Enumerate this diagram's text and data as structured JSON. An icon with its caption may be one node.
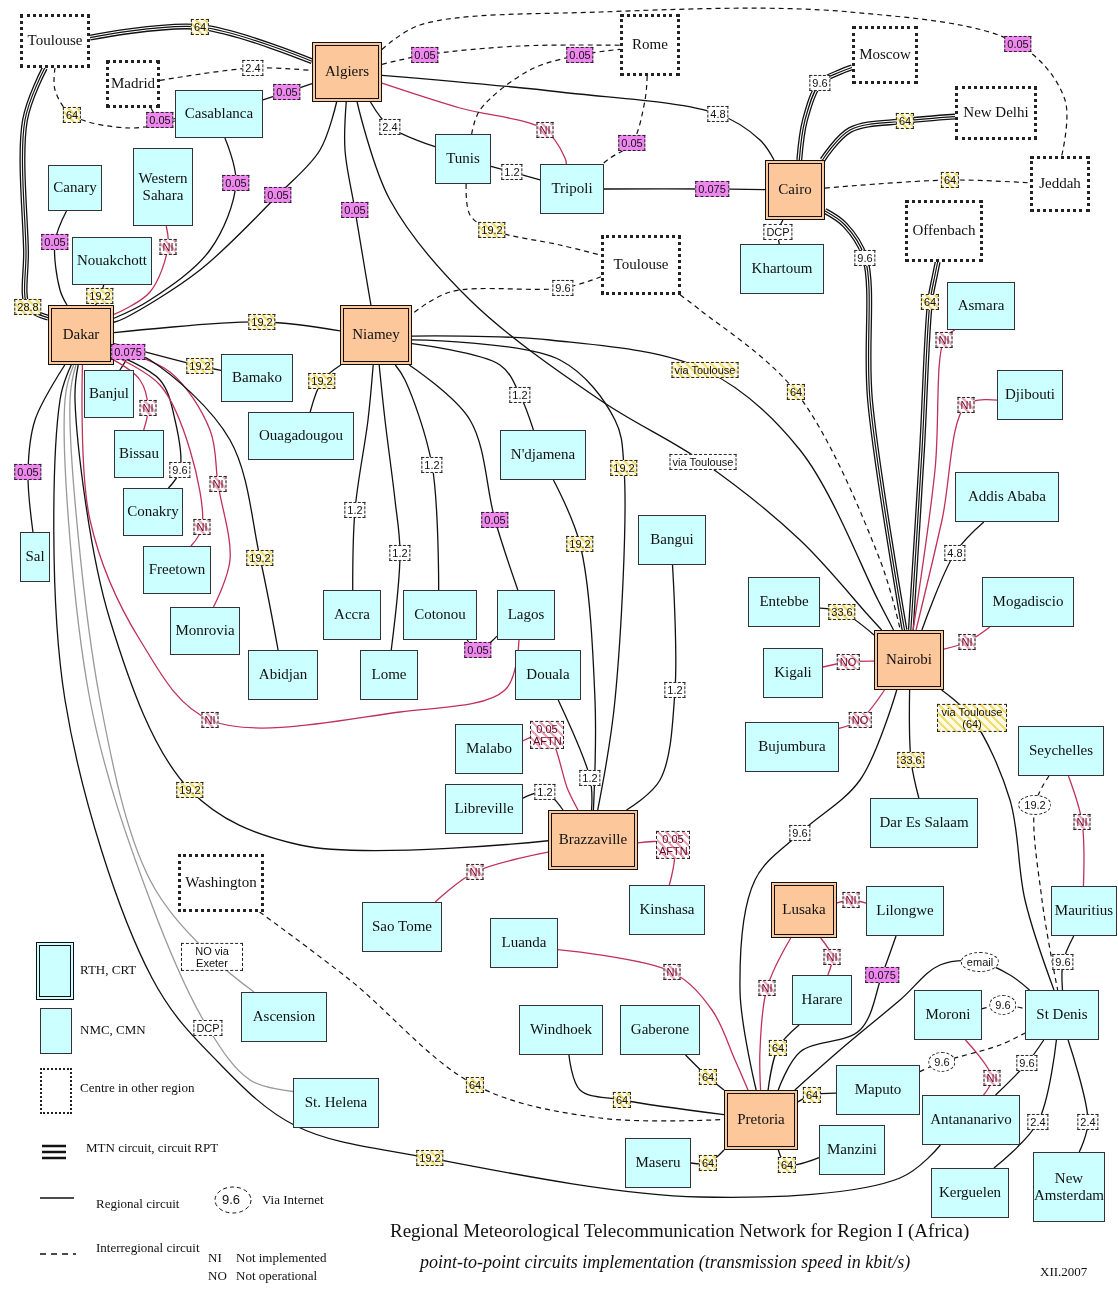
{
  "diagram": {
    "title": "Regional Meteorological Telecommunication Network for Region I (Africa)",
    "caption": "point-to-point circuits implementation (transmission speed in kbit/s)",
    "nodes": [
      {
        "text": [
          "Toulouse"
        ]
      },
      {
        "text": [
          "Madrid"
        ]
      },
      {
        "text": [
          "Algiers"
        ]
      },
      {
        "text": [
          "Casablanca"
        ]
      },
      {
        "text": [
          "Rome"
        ]
      },
      {
        "text": [
          "Moscow"
        ]
      },
      {
        "text": [
          "New Delhi"
        ]
      },
      {
        "text": [
          "Jeddah"
        ]
      },
      {
        "text": [
          "Canary"
        ]
      },
      {
        "text": [
          "Western Sahara"
        ]
      },
      {
        "text": [
          "Nouakchott"
        ]
      },
      {
        "text": [
          "Tunis"
        ]
      },
      {
        "text": [
          "Tripoli"
        ]
      },
      {
        "text": [
          "Cairo"
        ]
      },
      {
        "text": [
          "Khartoum"
        ]
      },
      {
        "text": [
          "Offenbach"
        ]
      },
      {
        "text": [
          "Toulouse"
        ]
      },
      {
        "text": [
          "Dakar"
        ]
      },
      {
        "text": [
          "Niamey"
        ]
      },
      {
        "text": [
          "Asmara"
        ]
      },
      {
        "text": [
          "Banjul"
        ]
      },
      {
        "text": [
          "Bamako"
        ]
      },
      {
        "text": [
          "Ouagadougou"
        ]
      },
      {
        "text": [
          "Bissau"
        ]
      },
      {
        "text": [
          "Djibouti"
        ]
      },
      {
        "text": [
          "N'djamena"
        ]
      },
      {
        "text": [
          "Conakry"
        ]
      },
      {
        "text": [
          "Addis Ababa"
        ]
      },
      {
        "text": [
          "Sal"
        ]
      },
      {
        "text": [
          "Freetown"
        ]
      },
      {
        "text": [
          "Bangui"
        ]
      },
      {
        "text": [
          "Monrovia"
        ]
      },
      {
        "text": [
          "Accra"
        ]
      },
      {
        "text": [
          "Cotonou"
        ]
      },
      {
        "text": [
          "Lagos"
        ]
      },
      {
        "text": [
          "Entebbe"
        ]
      },
      {
        "text": [
          "Mogadiscio"
        ]
      },
      {
        "text": [
          "Abidjan"
        ]
      },
      {
        "text": [
          "Lome"
        ]
      },
      {
        "text": [
          "Douala"
        ]
      },
      {
        "text": [
          "Kigali"
        ]
      },
      {
        "text": [
          "Nairobi"
        ]
      },
      {
        "text": [
          "Malabo"
        ]
      },
      {
        "text": [
          "Bujumbura"
        ]
      },
      {
        "text": [
          "Seychelles"
        ]
      },
      {
        "text": [
          "Libreville"
        ]
      },
      {
        "text": [
          "Brazzaville"
        ]
      },
      {
        "text": [
          "Dar Es Salaam"
        ]
      },
      {
        "text": [
          "Washington"
        ]
      },
      {
        "text": [
          "Sao Tome"
        ]
      },
      {
        "text": [
          "Kinshasa"
        ]
      },
      {
        "text": [
          "Lusaka"
        ]
      },
      {
        "text": [
          "Lilongwe"
        ]
      },
      {
        "text": [
          "Mauritius"
        ]
      },
      {
        "text": [
          "Luanda"
        ]
      },
      {
        "text": [
          "Ascension"
        ]
      },
      {
        "text": [
          "Harare"
        ]
      },
      {
        "text": [
          "Windhoek"
        ]
      },
      {
        "text": [
          "Gaberone"
        ]
      },
      {
        "text": [
          "Moroni"
        ]
      },
      {
        "text": [
          "St Denis"
        ]
      },
      {
        "text": [
          "St. Helena"
        ]
      },
      {
        "text": [
          "Maputo"
        ]
      },
      {
        "text": [
          "Pretoria"
        ]
      },
      {
        "text": [
          "Antananarivo"
        ]
      },
      {
        "text": [
          "Maseru"
        ]
      },
      {
        "text": [
          "Manzini"
        ]
      },
      {
        "text": [
          "Kerguelen"
        ]
      },
      {
        "text": [
          "New Amsterdam"
        ]
      }
    ],
    "edges": [
      {
        "from": 0,
        "to": 2,
        "arrow": "none",
        "label": "64",
        "style": "thick"
      },
      {
        "from": 0,
        "to": 17,
        "arrow": "none",
        "label": "28.8",
        "style": "thick"
      },
      {
        "from": 0,
        "to": 3,
        "arrow": "none",
        "label": "64",
        "style": "dashed"
      },
      {
        "from": 1,
        "to": 2,
        "arrow": "none",
        "label": "2.4",
        "style": "dashed"
      },
      {
        "from": 1,
        "to": 3,
        "arrow": "none",
        "label": "0.05",
        "style": "dashed"
      },
      {
        "from": 3,
        "to": 2,
        "arrow": "none",
        "label": "0.05"
      },
      {
        "from": 2,
        "to": 4,
        "arrow": "none",
        "label": "0.05",
        "style": "dashed"
      },
      {
        "from": 2,
        "to": 7,
        "arrow": "none",
        "label": "0.05",
        "style": "dashed"
      },
      {
        "from": 2,
        "to": 13,
        "arrow": "none",
        "label": "4.8"
      },
      {
        "from": 2,
        "to": 12,
        "arrow": "none",
        "label": "NI",
        "color": "#c0305a"
      },
      {
        "from": 2,
        "to": 11,
        "arrow": "none",
        "label": "2.4"
      },
      {
        "from": 2,
        "to": 17,
        "arrow": "none",
        "label": "0.05"
      },
      {
        "from": 3,
        "to": 17,
        "arrow": "none",
        "label": "0.05"
      },
      {
        "from": 2,
        "to": 18,
        "arrow": "none",
        "label": "0.05"
      },
      {
        "from": 2,
        "to": 41,
        "arrow": "none",
        "label": "via Toulouse"
      },
      {
        "from": 4,
        "to": 12,
        "arrow": "none",
        "label": "0.05",
        "style": "dashed"
      },
      {
        "from": 11,
        "to": 12,
        "arrow": "none",
        "label": "1.2"
      },
      {
        "from": 11,
        "to": 16,
        "arrow": "none",
        "label": "19.2",
        "style": "dashed"
      },
      {
        "from": 12,
        "to": 13,
        "arrow": "none",
        "label": "0.075"
      },
      {
        "from": 13,
        "to": 5,
        "arrow": "none",
        "label": "9.6",
        "style": "thick"
      },
      {
        "from": 13,
        "to": 6,
        "arrow": "none",
        "label": "64",
        "style": "thick"
      },
      {
        "from": 13,
        "to": 7,
        "arrow": "none",
        "label": "64",
        "style": "dashed"
      },
      {
        "from": 13,
        "to": 14,
        "arrow": "none",
        "label": "DCP"
      },
      {
        "from": 13,
        "to": 41,
        "arrow": "none",
        "label": "9.6",
        "style": "thick"
      },
      {
        "from": 15,
        "to": 41,
        "arrow": "none",
        "label": "64",
        "style": "thick"
      },
      {
        "from": 16,
        "to": 18,
        "arrow": "none",
        "label": "9.6",
        "style": "dashed"
      },
      {
        "from": 16,
        "to": 41,
        "arrow": "none",
        "label": "64",
        "style": "dashed"
      },
      {
        "from": 8,
        "to": 17,
        "arrow": "none",
        "label": "0.05"
      },
      {
        "from": 9,
        "to": 17,
        "arrow": "none",
        "label": "NI",
        "color": "#c0305a"
      },
      {
        "from": 10,
        "to": 17,
        "arrow": "none",
        "label": "19.2"
      },
      {
        "from": 17,
        "to": 18,
        "arrow": "none",
        "label": "19.2"
      },
      {
        "from": 17,
        "to": 28,
        "arrow": "none",
        "label": "0.05"
      },
      {
        "from": 17,
        "to": 20,
        "arrow": "none",
        "label": "0.075"
      },
      {
        "from": 17,
        "to": 21,
        "arrow": "none",
        "label": "19.2"
      },
      {
        "from": 17,
        "to": 23,
        "arrow": "none",
        "label": "NI",
        "color": "#c0305a"
      },
      {
        "from": 17,
        "to": 26,
        "arrow": "none",
        "label": "9.6"
      },
      {
        "from": 17,
        "to": 29,
        "arrow": "none",
        "label": "NI",
        "color": "#c0305a"
      },
      {
        "from": 17,
        "to": 31,
        "arrow": "none",
        "label": "NI",
        "color": "#c0305a"
      },
      {
        "from": 17,
        "to": 37,
        "arrow": "none",
        "label": "19.2"
      },
      {
        "from": 17,
        "to": 34,
        "arrow": "none",
        "label": "NI",
        "color": "#c0305a"
      },
      {
        "from": 17,
        "to": 46,
        "arrow": "none",
        "label": "19.2"
      },
      {
        "from": 17,
        "to": 55,
        "arrow": "none",
        "label": "NO via Exeter",
        "color": "#999999"
      },
      {
        "from": 17,
        "to": 61,
        "arrow": "none",
        "label": "DCP",
        "color": "#999999"
      },
      {
        "from": 17,
        "to": 64,
        "arrow": "none",
        "label": "19.2"
      },
      {
        "from": 18,
        "to": 41,
        "arrow": "none",
        "label": "via Toulouse"
      },
      {
        "from": 18,
        "to": 22,
        "arrow": "none",
        "label": "19.2"
      },
      {
        "from": 18,
        "to": 32,
        "arrow": "none",
        "label": "1.2"
      },
      {
        "from": 18,
        "to": 38,
        "arrow": "none",
        "label": "1.2"
      },
      {
        "from": 18,
        "to": 33,
        "arrow": "none",
        "label": "1.2"
      },
      {
        "from": 18,
        "to": 34,
        "arrow": "none",
        "label": "0.05"
      },
      {
        "from": 18,
        "to": 25,
        "arrow": "none",
        "label": "1.2"
      },
      {
        "from": 18,
        "to": 46,
        "arrow": "none",
        "label": "19.2"
      },
      {
        "from": 25,
        "to": 46,
        "arrow": "none",
        "label": "19.2"
      },
      {
        "from": 34,
        "to": 33,
        "arrow": "none",
        "label": "0.05"
      },
      {
        "from": 39,
        "to": 46,
        "arrow": "none",
        "label": "1.2"
      },
      {
        "from": 42,
        "to": 46,
        "arrow": "none",
        "label": "0.05 AFTN",
        "color": "#c0305a"
      },
      {
        "from": 45,
        "to": 46,
        "arrow": "none",
        "label": "1.2"
      },
      {
        "from": 30,
        "to": 46,
        "arrow": "none",
        "label": "1.2"
      },
      {
        "from": 46,
        "to": 49,
        "arrow": "none",
        "label": "NI",
        "color": "#c0305a"
      },
      {
        "from": 46,
        "to": 50,
        "arrow": "none",
        "label": "0.05 AFTN",
        "color": "#c0305a"
      },
      {
        "from": 48,
        "to": 63,
        "arrow": "none",
        "label": "64",
        "style": "dashed"
      },
      {
        "from": 54,
        "to": 63,
        "arrow": "none",
        "label": "NI",
        "color": "#c0305a"
      },
      {
        "from": 41,
        "to": 19,
        "arrow": "none",
        "label": "NI",
        "color": "#c0305a"
      },
      {
        "from": 41,
        "to": 24,
        "arrow": "none",
        "label": "NI",
        "color": "#c0305a"
      },
      {
        "from": 41,
        "to": 27,
        "arrow": "none",
        "label": "4.8"
      },
      {
        "from": 41,
        "to": 36,
        "arrow": "none",
        "label": "NI",
        "color": "#c0305a"
      },
      {
        "from": 35,
        "to": 41,
        "arrow": "none",
        "label": "33.6"
      },
      {
        "from": 40,
        "to": 41,
        "arrow": "none",
        "label": "NO",
        "color": "#c0305a"
      },
      {
        "from": 43,
        "to": 41,
        "arrow": "none",
        "label": "NO",
        "color": "#c0305a"
      },
      {
        "from": 41,
        "to": 47,
        "arrow": "none",
        "label": "33.6"
      },
      {
        "from": 41,
        "to": 63,
        "arrow": "none",
        "label": "9.6"
      },
      {
        "from": 41,
        "to": 60,
        "arrow": "none",
        "label": "via Toulouse (64)"
      },
      {
        "from": 44,
        "to": 60,
        "arrow": "none",
        "label": "19.2",
        "style": "dashed"
      },
      {
        "from": 44,
        "to": 53,
        "arrow": "none",
        "label": "NI",
        "color": "#c0305a"
      },
      {
        "from": 53,
        "to": 60,
        "arrow": "none",
        "label": "9.6"
      },
      {
        "from": 51,
        "to": 52,
        "arrow": "none",
        "label": "NI",
        "color": "#c0305a"
      },
      {
        "from": 51,
        "to": 56,
        "arrow": "none",
        "label": "NI",
        "color": "#c0305a"
      },
      {
        "from": 51,
        "to": 63,
        "arrow": "none",
        "label": "NI",
        "color": "#c0305a"
      },
      {
        "from": 52,
        "to": 63,
        "arrow": "none",
        "label": "0.075"
      },
      {
        "from": 56,
        "to": 63,
        "arrow": "none",
        "label": "64"
      },
      {
        "from": 58,
        "to": 63,
        "arrow": "none",
        "label": "64"
      },
      {
        "from": 57,
        "to": 63,
        "arrow": "none",
        "label": "64"
      },
      {
        "from": 62,
        "to": 63,
        "arrow": "none",
        "label": "64"
      },
      {
        "from": 65,
        "to": 63,
        "arrow": "none",
        "label": "64"
      },
      {
        "from": 66,
        "to": 63,
        "arrow": "none",
        "label": "64"
      },
      {
        "from": 63,
        "to": 60,
        "arrow": "none",
        "label": "email"
      },
      {
        "from": 59,
        "to": 60,
        "arrow": "none",
        "label": "9.6",
        "style": "dashed"
      },
      {
        "from": 59,
        "to": 64,
        "arrow": "none",
        "label": "NI",
        "color": "#c0305a"
      },
      {
        "from": 62,
        "to": 60,
        "arrow": "none",
        "label": "9.6",
        "style": "dashed"
      },
      {
        "from": 64,
        "to": 60,
        "arrow": "none",
        "label": "9.6"
      },
      {
        "from": 60,
        "to": 67,
        "arrow": "none",
        "label": "2.4"
      },
      {
        "from": 60,
        "to": 68,
        "arrow": "none",
        "label": "2.4"
      },
      {
        "from": 11,
        "to": 4,
        "arrow": "none",
        "label": "0.05",
        "style": "dashed"
      }
    ],
    "labels": [
      "9.6",
      "NI",
      "Not implemented",
      "NO",
      "Not operational",
      "XII.2007"
    ],
    "legend": [
      {
        "text": "RTH, CRT"
      },
      {
        "text": "NMC, CMN",
        "color": "#ccffff"
      },
      {
        "text": "Centre in other region"
      },
      {
        "text": "MTN circuit, circuit RPT"
      },
      {
        "text": "Regional circuit"
      },
      {
        "text": "Interregional circuit"
      },
      {
        "text": "Via Internet"
      }
    ]
  }
}
